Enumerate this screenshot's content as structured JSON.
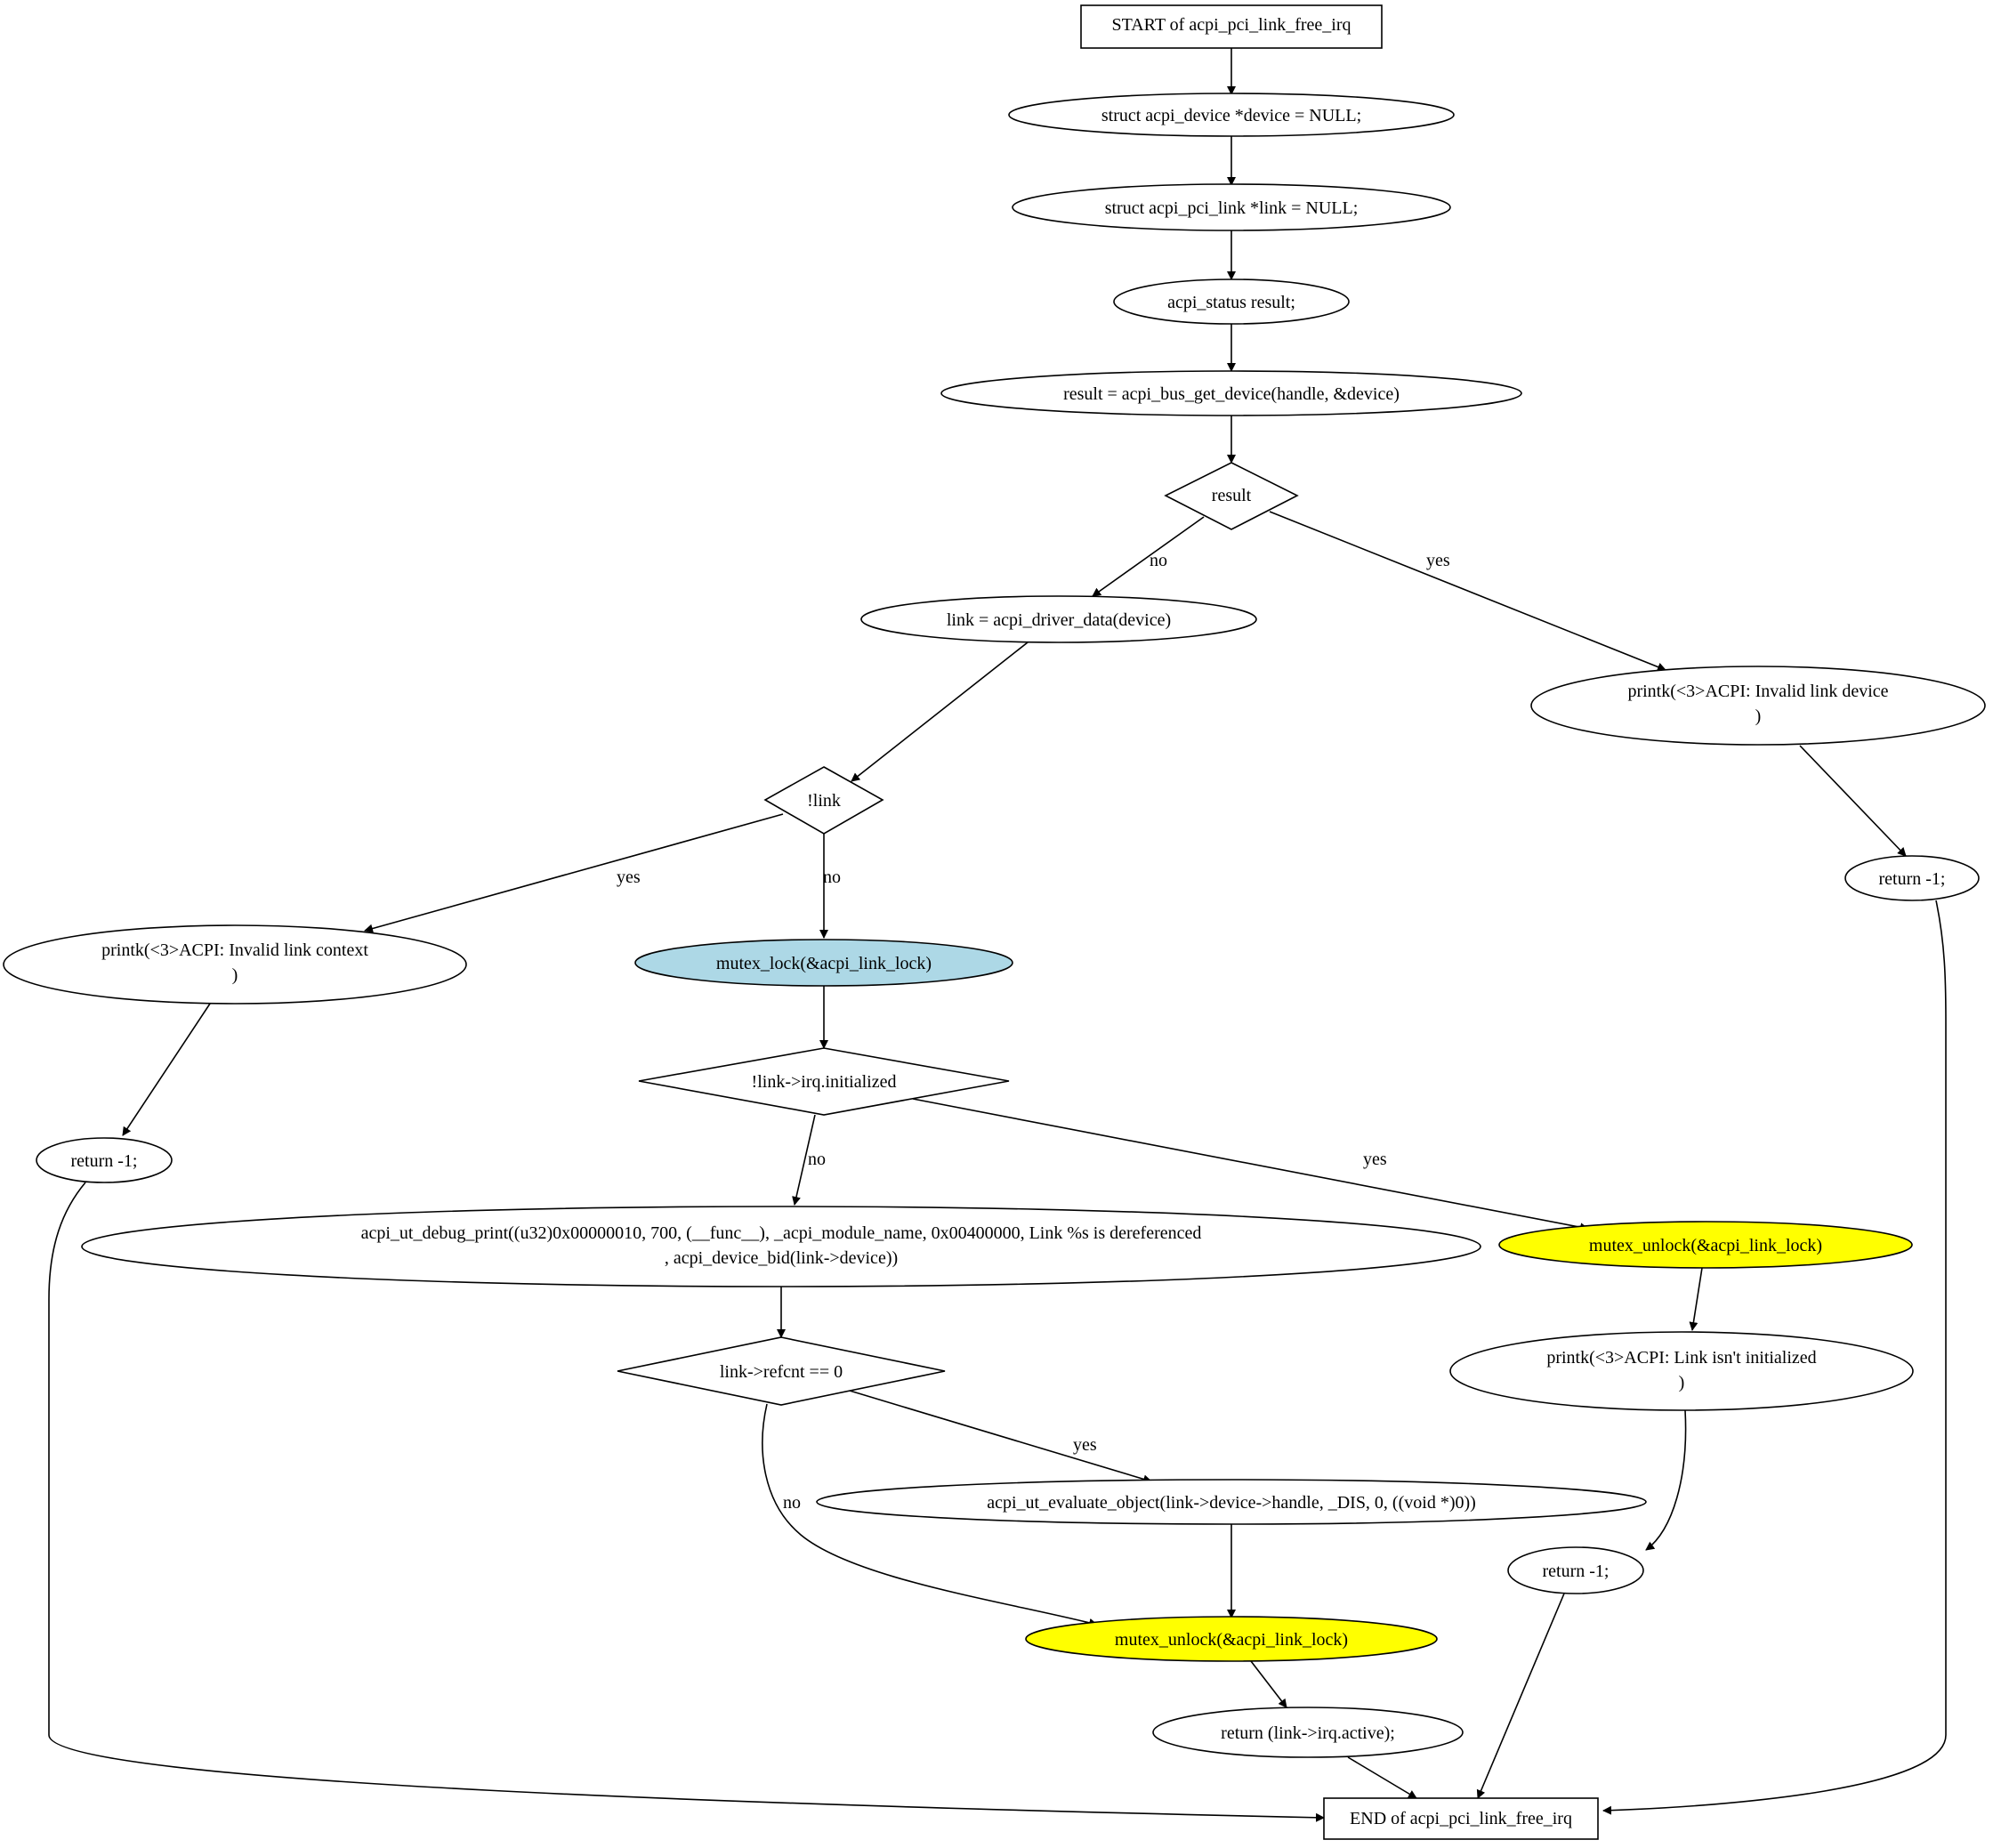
{
  "nodes": {
    "start": "START of acpi_pci_link_free_irq",
    "decl_device": "struct acpi_device *device = NULL;",
    "decl_link": "struct acpi_pci_link *link = NULL;",
    "decl_status": "acpi_status result;",
    "get_device": "result = acpi_bus_get_device(handle, &device)",
    "cond_result": "result",
    "link_assign": "link = acpi_driver_data(device)",
    "printk_invalid_device": [
      "printk(<3>ACPI: Invalid link device",
      ")"
    ],
    "cond_link": "!link",
    "return_1a": "return -1;",
    "printk_invalid_context": [
      "printk(<3>ACPI: Invalid link context",
      ")"
    ],
    "mutex_lock": "mutex_lock(&acpi_link_lock)",
    "return_1b": "return -1;",
    "cond_initialized": "!link->irq.initialized",
    "debug_print": [
      "acpi_ut_debug_print((u32)0x00000010, 700, (__func__), _acpi_module_name, 0x00400000, Link %s is dereferenced",
      ", acpi_device_bid(link->device))"
    ],
    "mutex_unlock_a": "mutex_unlock(&acpi_link_lock)",
    "cond_refcnt": "link->refcnt == 0",
    "printk_not_init": [
      "printk(<3>ACPI: Link isn't initialized",
      ")"
    ],
    "evaluate_object": "acpi_ut_evaluate_object(link->device->handle, _DIS, 0, ((void *)0))",
    "return_1c": "return -1;",
    "mutex_unlock_b": "mutex_unlock(&acpi_link_lock)",
    "return_active": "return (link->irq.active);",
    "end": "END of acpi_pci_link_free_irq"
  },
  "edge_labels": {
    "result_no": "no",
    "result_yes": "yes",
    "link_yes": "yes",
    "link_no": "no",
    "init_no": "no",
    "init_yes": "yes",
    "refcnt_yes": "yes",
    "refcnt_no": "no"
  },
  "colors": {
    "mutex_lock_fill": "#add8e6",
    "mutex_unlock_fill": "#ffff00"
  }
}
